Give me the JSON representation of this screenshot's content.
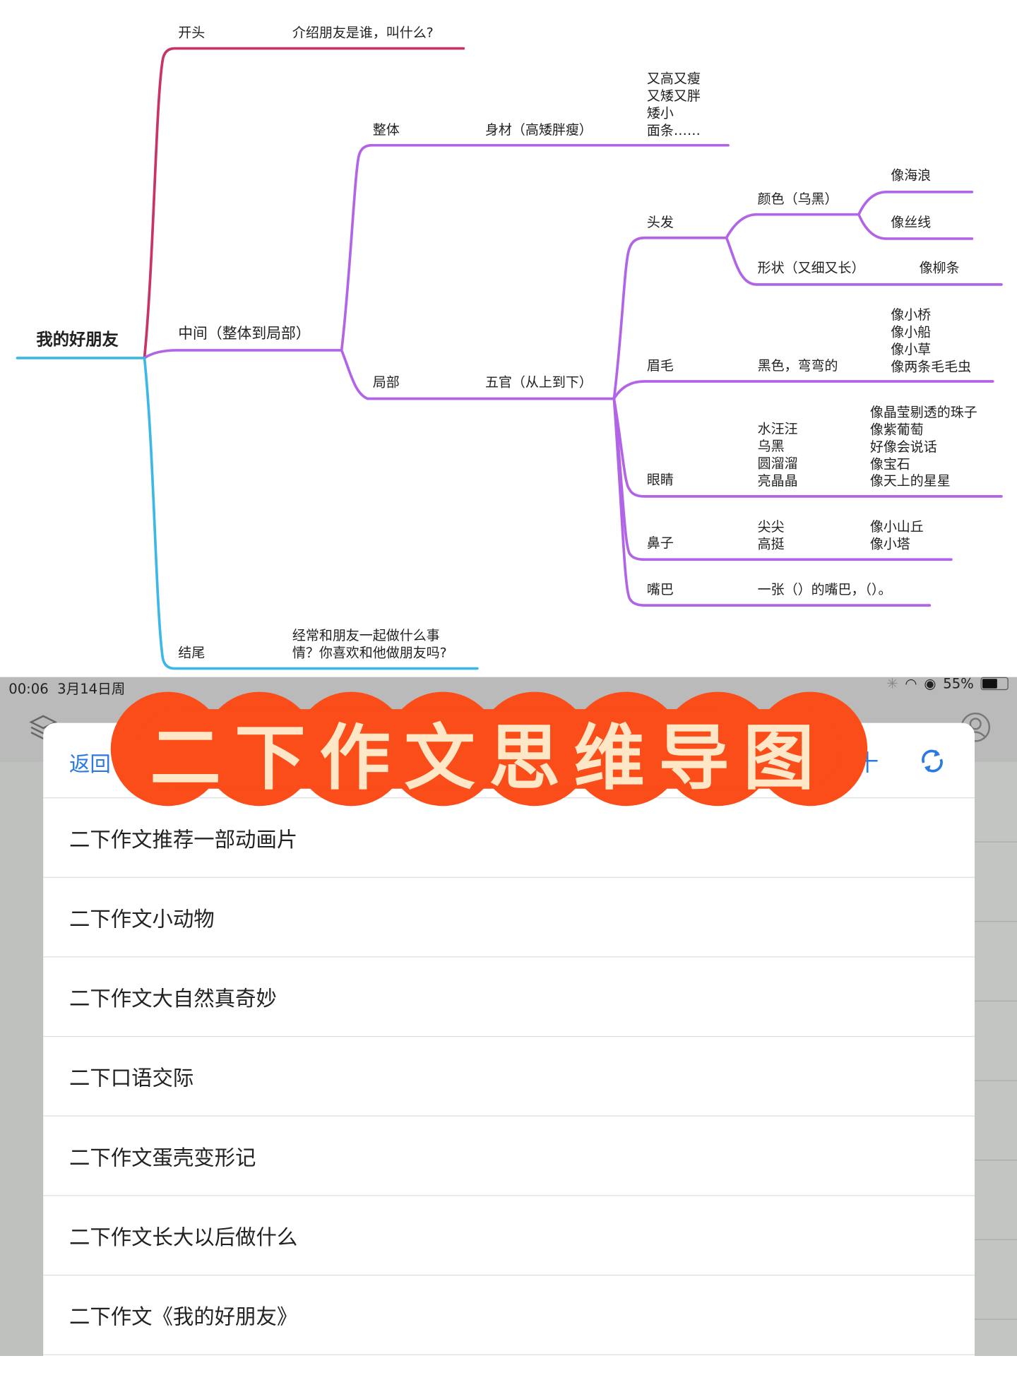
{
  "mindmap": {
    "root": "我的好朋友",
    "opening": {
      "label": "开头",
      "detail": "介绍朋友是谁，叫什么?"
    },
    "middle": {
      "label": "中间（整体到局部）"
    },
    "whole": {
      "label": "整体",
      "detail": "身材（高矮胖瘦）",
      "examples": [
        "又高又瘦",
        "又矮又胖",
        "矮小",
        "面条……"
      ]
    },
    "part": {
      "label": "局部",
      "detail": "五官（从上到下）"
    },
    "hair": {
      "label": "头发",
      "color": "颜色（乌黑）",
      "color_examples": [
        "像海浪",
        "像丝线"
      ],
      "shape": "形状（又细又长）",
      "shape_example": "像柳条"
    },
    "eyebrow": {
      "label": "眉毛",
      "detail": "黑色，弯弯的",
      "examples": [
        "像小桥",
        "像小船",
        "像小草",
        "像两条毛毛虫"
      ]
    },
    "eyes": {
      "label": "眼睛",
      "details": [
        "水汪汪",
        "乌黑",
        "圆溜溜",
        "亮晶晶"
      ],
      "examples": [
        "像晶莹剔透的珠子",
        "像紫葡萄",
        "好像会说话",
        "像宝石",
        "像天上的星星"
      ]
    },
    "nose": {
      "label": "鼻子",
      "details": [
        "尖尖",
        "高挺"
      ],
      "examples": [
        "像小山丘",
        "像小塔"
      ]
    },
    "mouth": {
      "label": "嘴巴",
      "detail": "一张（）的嘴巴，（）。"
    },
    "ending": {
      "label": "结尾",
      "detail_lines": [
        "经常和朋友一起做什么事",
        "情？你喜欢和他做朋友吗?"
      ]
    },
    "colors": {
      "root": "#3bb8e8",
      "opening": "#c8336a",
      "middle": "#b264e6"
    }
  },
  "status_bar": {
    "time": "00:06",
    "date": "3月14日周",
    "battery": "55%"
  },
  "modal": {
    "back_label": "返回",
    "plus_label": "十"
  },
  "list": [
    "二下作文推荐一部动画片",
    "二下作文小动物",
    "二下作文大自然真奇妙",
    "二下口语交际",
    "二下作文蛋壳变形记",
    "二下作文长大以后做什么",
    "二下作文《我的好朋友》"
  ],
  "banner": {
    "title": "二下作文思维导图",
    "bg": "#fb4d19",
    "fg": "#fde7c6"
  },
  "accent": "#2a7ae2"
}
